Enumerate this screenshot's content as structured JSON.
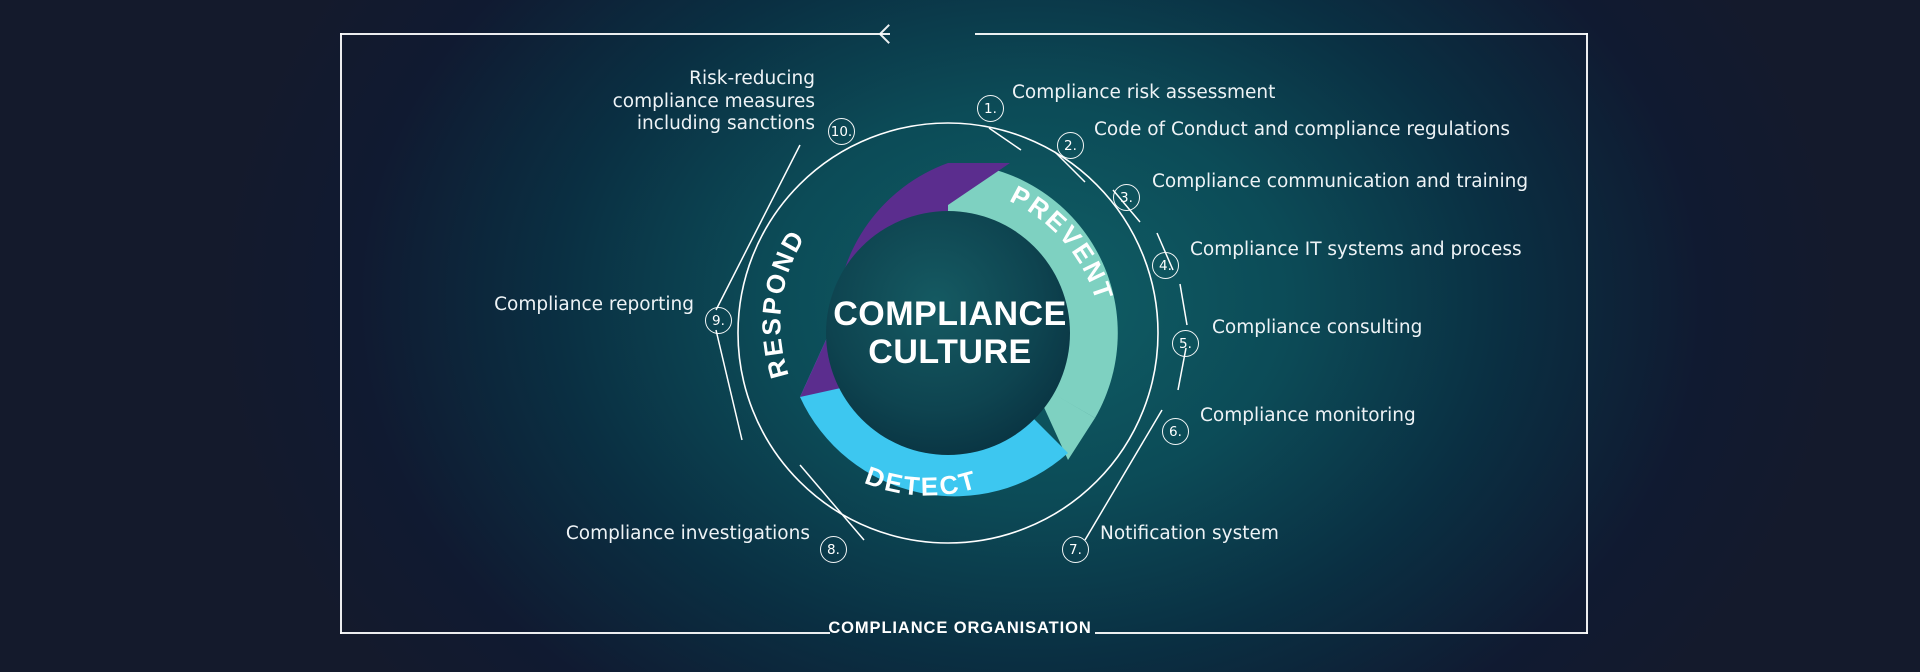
{
  "frame": {
    "bottom_title": "COMPLIANCE ORGANISATION",
    "arrow_icon": "arrow-right-icon"
  },
  "center": {
    "line1": "COMPLIANCE",
    "line2": "CULTURE"
  },
  "colors": {
    "prevent": "#7ed1c1",
    "detect": "#3dc7f0",
    "respond": "#5b2d8e",
    "inner_disc": "#0d3f4a",
    "text": "#eef3f6",
    "line": "#ffffff"
  },
  "segments": [
    {
      "id": "prevent",
      "label": "PREVENT",
      "color": "#7ed1c1"
    },
    {
      "id": "detect",
      "label": "DETECT",
      "color": "#3dc7f0"
    },
    {
      "id": "respond",
      "label": "RESPOND",
      "color": "#5b2d8e"
    }
  ],
  "steps": [
    {
      "num": "1.",
      "label": "Compliance risk assessment",
      "side": "right"
    },
    {
      "num": "2.",
      "label": "Code of Conduct and compliance regulations",
      "side": "right"
    },
    {
      "num": "3.",
      "label": "Compliance communication and training",
      "side": "right"
    },
    {
      "num": "4.",
      "label": "Compliance IT systems and process",
      "side": "right"
    },
    {
      "num": "5.",
      "label": "Compliance consulting",
      "side": "right"
    },
    {
      "num": "6.",
      "label": "Compliance monitoring",
      "side": "right"
    },
    {
      "num": "7.",
      "label": "Notification system",
      "side": "right"
    },
    {
      "num": "8.",
      "label": "Compliance investigations",
      "side": "left"
    },
    {
      "num": "9.",
      "label": "Compliance reporting",
      "side": "left"
    },
    {
      "num": "10.",
      "label": "Risk-reducing\ncompliance measures\nincluding sanctions",
      "side": "left"
    }
  ]
}
